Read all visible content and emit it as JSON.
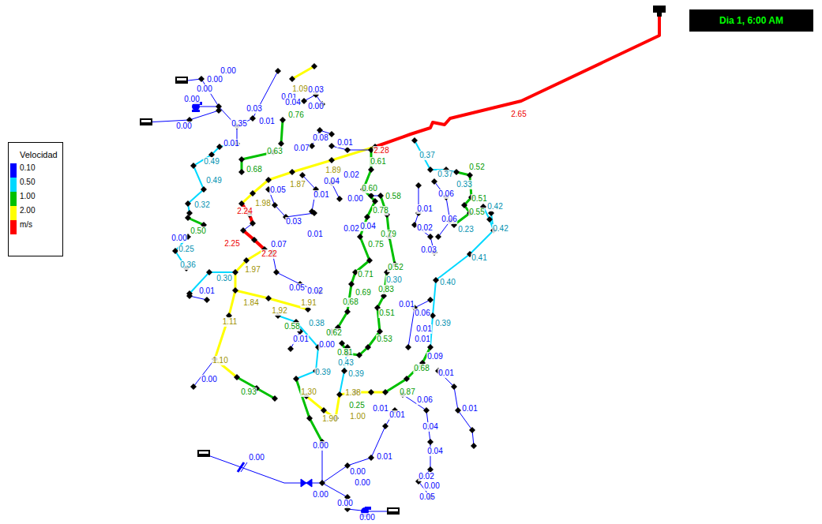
{
  "diagram": {
    "nodes": [
      {
        "text": [
          "Dia 1, 6:00 AM"
        ]
      }
    ],
    "labels": [
      "Velocidad",
      "0.00",
      "0.00",
      "0.00",
      "0.00",
      "0.00",
      "0.35",
      "0.01",
      "0.03",
      "0.01",
      "0.04",
      "0.03",
      "0.00",
      "1.09",
      "0.76",
      "0.01",
      "0.08",
      "0.07",
      "0.01",
      "0.63",
      "0.68",
      "0.49",
      "0.49",
      "0.32",
      "0.05",
      "1.87",
      "1.89",
      "1.98",
      "2.24",
      "0.04",
      "0.02",
      "0.00",
      "0.01",
      "0.03",
      "0.01",
      "2.28",
      "0.61",
      "0.37",
      "0.60",
      "0.58",
      "0.78",
      "0.02",
      "0.04",
      "0.79",
      "0.75",
      "0.52",
      "0.30",
      "0.71",
      "0.69",
      "0.83",
      "0.68",
      "0.51",
      "0.53",
      "0.62",
      "0.81",
      "0.43",
      "0.39",
      "0.39",
      "0.01",
      "0.00",
      "0.38",
      "0.58",
      "1.91",
      "1.92",
      "1.84",
      "1.97",
      "2.25",
      "2.22",
      "0.07",
      "0.05",
      "0.02",
      "0.30",
      "0.01",
      "1.11",
      "1.10",
      "0.00",
      "0.93",
      "0.50",
      "0.00",
      "0.25",
      "0.36",
      "1.30",
      "1.90",
      "1.38",
      "0.25",
      "1.00",
      "0.01",
      "0.87",
      "0.06",
      "0.01",
      "0.00",
      "0.01",
      "0.04",
      "0.04",
      "0.02",
      "0.00",
      "0.05",
      "0.00",
      "0.00",
      "0.00",
      "0.00",
      "0.00",
      "0.00",
      "0.01",
      "0.01",
      "0.09",
      "0.68",
      "0.01",
      "0.39",
      "0.06",
      "0.01",
      "0.01",
      "0.40",
      "0.41",
      "0.01",
      "0.02",
      "0.03",
      "0.06",
      "0.06",
      "0.23",
      "0.37",
      "0.33",
      "0.52",
      "0.51",
      "0.55",
      "0.42",
      "0.42",
      "2.65"
    ],
    "legend": [
      {
        "text": "0.10",
        "color": "#0000ff"
      },
      {
        "text": "0.50",
        "color": "#00d8ff"
      },
      {
        "text": "1.00",
        "color": "#00c000"
      },
      {
        "text": "2.00",
        "color": "#ffff00"
      },
      {
        "text": "m/s",
        "color": "#ff0000"
      }
    ]
  }
}
